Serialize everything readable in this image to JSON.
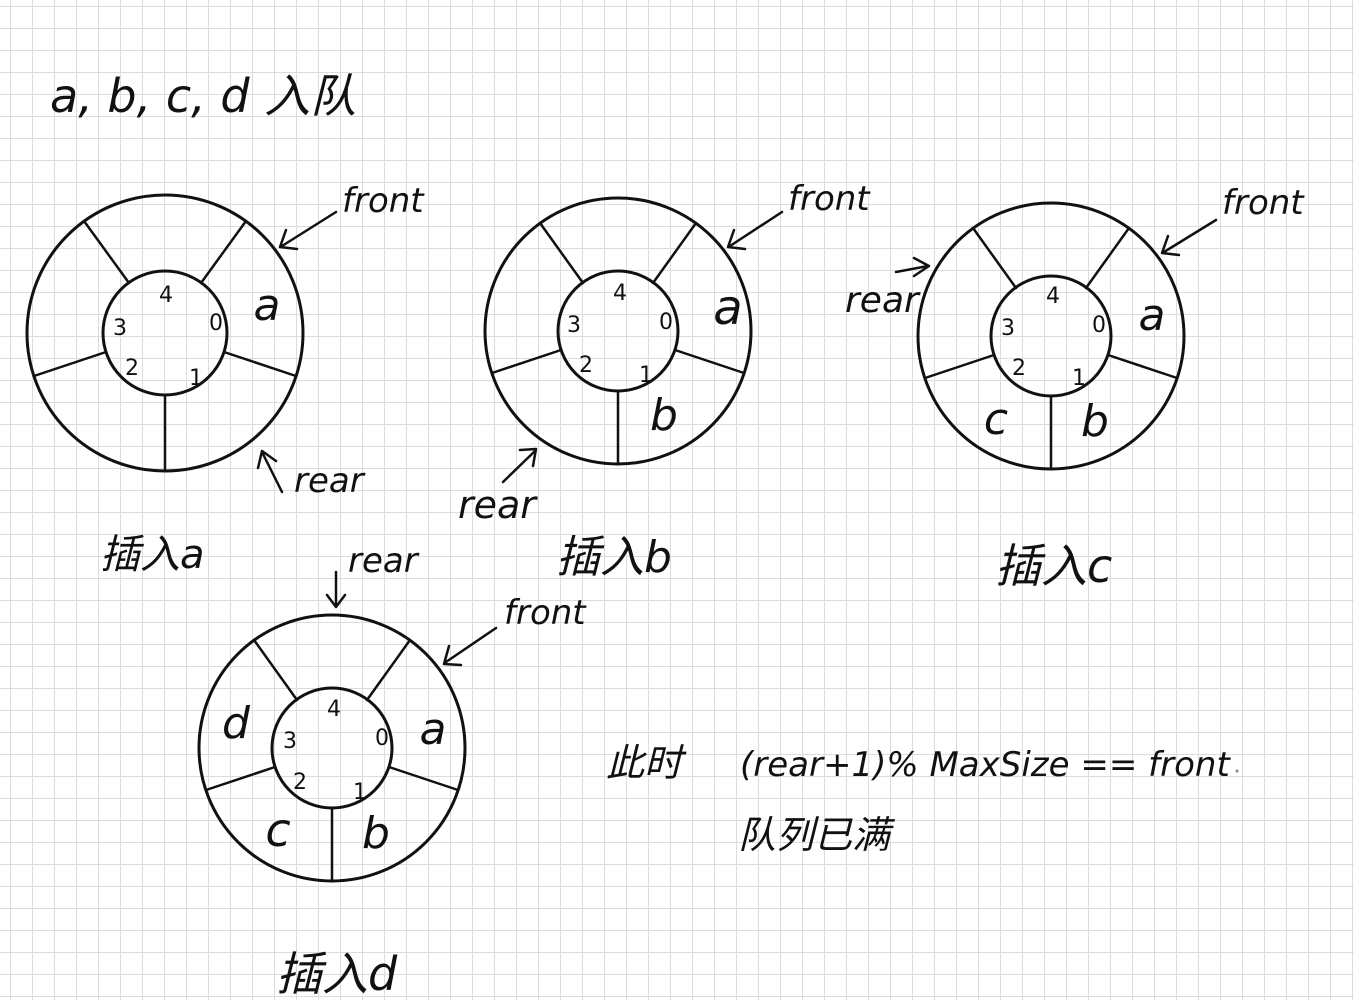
{
  "heading": "a, b, c, d 入队",
  "pointer_labels": {
    "front": "front",
    "rear": "rear"
  },
  "queues": [
    {
      "caption": "插入a",
      "slot_indices": [
        "0",
        "1",
        "2",
        "3",
        "4"
      ],
      "cells": [
        "a",
        "",
        "",
        "",
        ""
      ]
    },
    {
      "caption": "插入b",
      "slot_indices": [
        "0",
        "1",
        "2",
        "3",
        "4"
      ],
      "cells": [
        "a",
        "b",
        "",
        "",
        ""
      ]
    },
    {
      "caption": "插入c",
      "slot_indices": [
        "0",
        "1",
        "2",
        "3",
        "4"
      ],
      "cells": [
        "a",
        "b",
        "c",
        "",
        ""
      ]
    },
    {
      "caption": "插入d",
      "slot_indices": [
        "0",
        "1",
        "2",
        "3",
        "4"
      ],
      "cells": [
        "a",
        "b",
        "c",
        "d",
        ""
      ]
    }
  ],
  "note": {
    "line1_prefix": "此时",
    "line1_formula": "(rear+1)% MaxSize == front",
    "line2": "队列已满"
  },
  "colors": {
    "ink": "#111111",
    "grid": "#dcdcdc",
    "paper": "#ffffff"
  }
}
